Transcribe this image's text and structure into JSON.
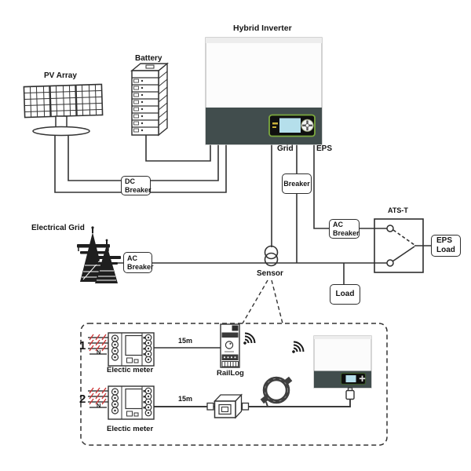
{
  "labels": {
    "hybrid_inverter": "Hybrid Inverter",
    "pv_array": "PV Array",
    "battery": "Battery",
    "grid_port": "Grid",
    "eps_port": "EPS",
    "electrical_grid": "Electrical Grid",
    "sensor": "Sensor",
    "ats": "ATS-T"
  },
  "boxes": {
    "dc_breaker": {
      "line1": "DC",
      "line2": "Breaker"
    },
    "grid_breaker": {
      "line1": "Breaker"
    },
    "ac_breaker_grid": {
      "line1": "AC",
      "line2": "Breaker"
    },
    "ac_breaker_eps": {
      "line1": "AC",
      "line2": "Breaker"
    },
    "eps_load": {
      "line1": "EPS",
      "line2": "Load"
    },
    "load": {
      "line1": "Load"
    }
  },
  "monitoring": {
    "row1": {
      "index": "1",
      "meter_label": "Electic meter",
      "distance": "15m",
      "neutral": "N"
    },
    "row2": {
      "index": "2",
      "meter_label": "Electic meter",
      "distance": "15m",
      "neutral": "N"
    },
    "logger_label": "RailLog"
  },
  "icons": {
    "pv": "solar-panel-icon",
    "battery": "battery-rack-icon",
    "grid": "transmission-towers-icon",
    "sensor": "ct-sensor-icon",
    "wifi": "wifi-signal-icon",
    "meter": "electric-meter-icon",
    "logger": "raillog-device-icon",
    "coupler": "cable-coupler-icon",
    "cable": "cable-coil-icon",
    "plug": "usb-plug-icon",
    "inverter": "hybrid-inverter-icon"
  },
  "colors": {
    "line": "#333333",
    "inverter_band": "#414d4d",
    "screen_cyan": "#b5dfeb",
    "display_green": "#7ba83e",
    "phase_red": "#cc3333"
  }
}
